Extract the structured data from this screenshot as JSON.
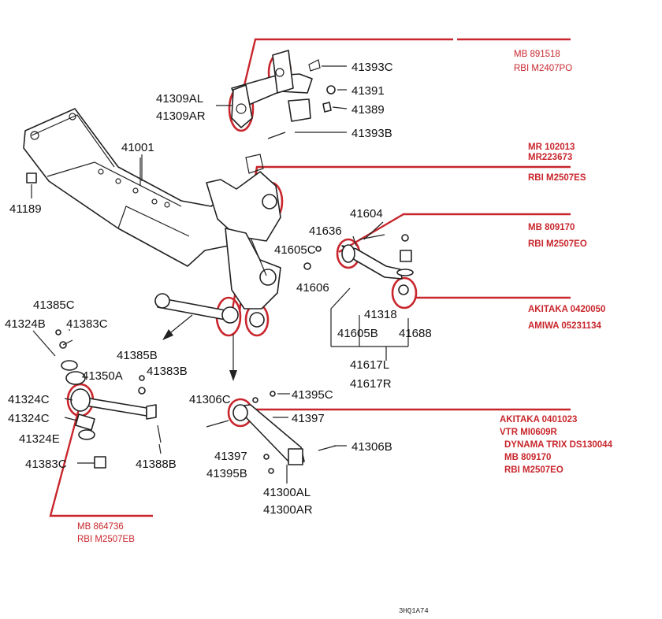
{
  "part_numbers": {
    "p41393C": "41393C",
    "p41391": "41391",
    "p41389": "41389",
    "p41309AL": "41309AL",
    "p41309AR": "41309AR",
    "p41393B": "41393B",
    "p41001": "41001",
    "p41189": "41189",
    "p41604": "41604",
    "p41636": "41636",
    "p41605C": "41605C",
    "p41606": "41606",
    "p41318": "41318",
    "p41605B": "41605B",
    "p41688": "41688",
    "p41617L": "41617L",
    "p41617R": "41617R",
    "p41385C": "41385C",
    "p41324B": "41324B",
    "p41383C_top": "41383C",
    "p41385B": "41385B",
    "p41350A": "41350A",
    "p41383B": "41383B",
    "p41324C_a": "41324C",
    "p41324C_b": "41324C",
    "p41324E": "41324E",
    "p41383C_bottom": "41383C",
    "p41388B": "41388B",
    "p41306C": "41306C",
    "p41395C": "41395C",
    "p41397_a": "41397",
    "p41306B": "41306B",
    "p41397_b": "41397",
    "p41395B": "41395B",
    "p41300AL": "41300AL",
    "p41300AR": "41300AR"
  },
  "cross_refs": {
    "g1": [
      "MB 891518",
      "RBI M2407PO"
    ],
    "g2": [
      "MR 102013",
      "MR223673",
      "RBI M2507ES"
    ],
    "g3": [
      "MB 809170",
      "RBI M2507EO"
    ],
    "g4": [
      "AKITAKA 0420050",
      "AMIWA 05231134"
    ],
    "g5": [
      "AKITAKA 0401023",
      "VTR MI0609R",
      "DYNAMA TRIX DS130044",
      "MB 809170",
      "RBI M2507EO"
    ],
    "g6": [
      "MB 864736",
      "RBI M2507EB"
    ]
  },
  "footer_code": "3HQ1A74",
  "colors": {
    "annotation_red": "#c8262c",
    "line_art": "#222222"
  }
}
